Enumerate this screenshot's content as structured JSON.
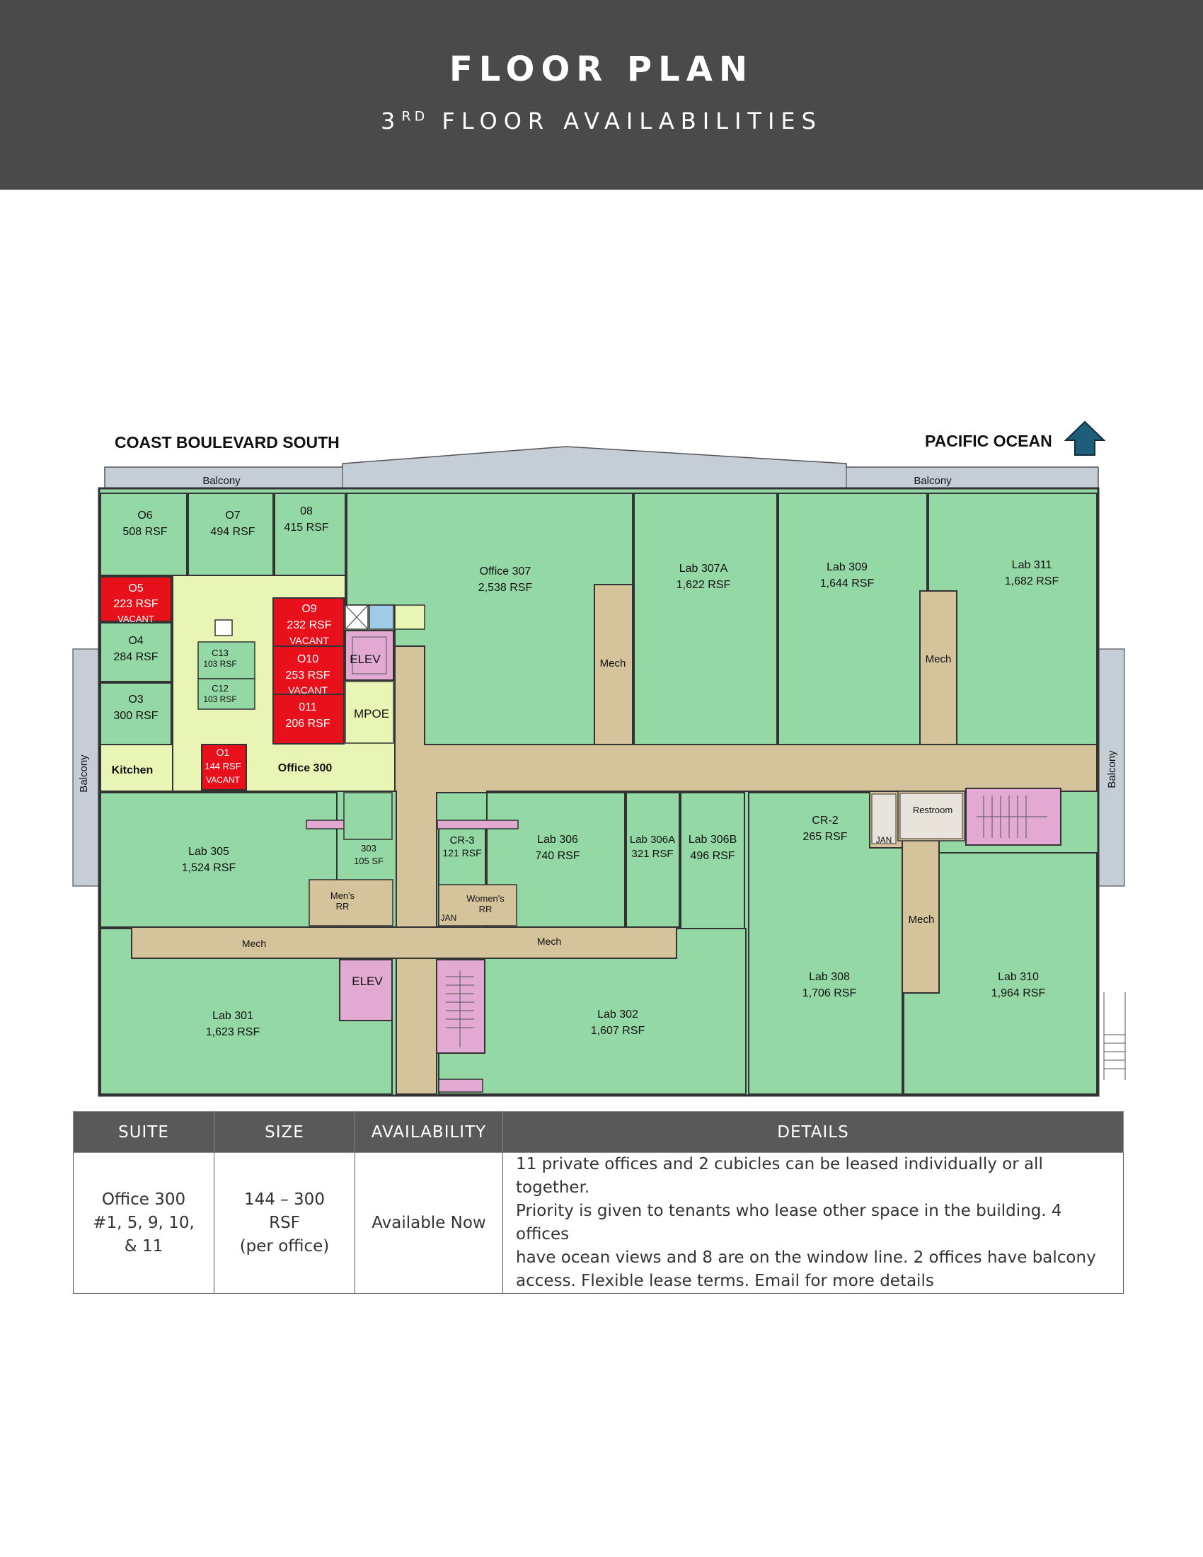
{
  "header": {
    "title": "FLOOR PLAN",
    "subtitle_prefix": "3",
    "subtitle_sup": "RD",
    "subtitle_rest": " FLOOR AVAILABILITIES"
  },
  "labels": {
    "street": "COAST BOULEVARD SOUTH",
    "ocean": "PACIFIC OCEAN",
    "balcony": "Balcony"
  },
  "colors": {
    "lab": "#94d8a6",
    "office300": "#e8f5b4",
    "vacant": "#e8101b",
    "corridor": "#d5c39c",
    "elevator": "#e2a9d2",
    "balcony": "#c5cdd6",
    "arrow": "#1f5e7a"
  },
  "rooms": {
    "o6": {
      "name": "O6",
      "size": "508 RSF"
    },
    "o7": {
      "name": "O7",
      "size": "494 RSF"
    },
    "o8": {
      "name": "08",
      "size": "415 RSF"
    },
    "o5": {
      "name": "O5",
      "size": "223 RSF",
      "status": "VACANT"
    },
    "o4": {
      "name": "O4",
      "size": "284 RSF"
    },
    "o3": {
      "name": "O3",
      "size": "300 RSF"
    },
    "c13": {
      "name": "C13",
      "size": "103 RSF"
    },
    "c12": {
      "name": "C12",
      "size": "103 RSF"
    },
    "o9": {
      "name": "O9",
      "size": "232 RSF",
      "status": "VACANT"
    },
    "o10": {
      "name": "O10",
      "size": "253 RSF",
      "status": "VACANT"
    },
    "o11": {
      "name": "011",
      "size": "206 RSF"
    },
    "o1": {
      "name": "O1",
      "size": "144 RSF",
      "status": "VACANT"
    },
    "kitchen": {
      "name": "Kitchen"
    },
    "office300": {
      "name": "Office 300"
    },
    "elev": {
      "name": "ELEV"
    },
    "mpoe": {
      "name": "MPOE"
    },
    "office307": {
      "name": "Office 307",
      "size": "2,538 RSF"
    },
    "lab307a": {
      "name": "Lab 307A",
      "size": "1,622 RSF"
    },
    "lab309": {
      "name": "Lab 309",
      "size": "1,644 RSF"
    },
    "lab311": {
      "name": "Lab 311",
      "size": "1,682 RSF"
    },
    "mech": {
      "name": "Mech"
    },
    "lab305": {
      "name": "Lab 305",
      "size": "1,524 RSF"
    },
    "r303": {
      "name": "303",
      "size": "105 SF"
    },
    "mensrr": {
      "name": "Men's",
      "name2": "RR"
    },
    "cr3": {
      "name": "CR-3",
      "size": "121 RSF"
    },
    "womensrr": {
      "name": "Women's",
      "name2": "RR"
    },
    "jan": {
      "name": "JAN"
    },
    "lab306": {
      "name": "Lab 306",
      "size": "740 RSF"
    },
    "lab306a": {
      "name": "Lab 306A",
      "size": "321 RSF"
    },
    "lab306b": {
      "name": "Lab 306B",
      "size": "496 RSF"
    },
    "cr2": {
      "name": "CR-2",
      "size": "265 RSF"
    },
    "restroom": {
      "name": "Restroom"
    },
    "lab301": {
      "name": "Lab 301",
      "size": "1,623 RSF"
    },
    "lab302": {
      "name": "Lab 302",
      "size": "1,607 RSF"
    },
    "lab308": {
      "name": "Lab 308",
      "size": "1,706 RSF"
    },
    "lab310": {
      "name": "Lab 310",
      "size": "1,964 RSF"
    }
  },
  "table": {
    "headers": [
      "SUITE",
      "SIZE",
      "AVAILABILITY",
      "DETAILS"
    ],
    "row": {
      "suite_1": "Office 300",
      "suite_2": "#1, 5, 9, 10,",
      "suite_3": "& 11",
      "size_1": "144 – 300",
      "size_2": "RSF",
      "size_3": "(per office)",
      "availability": "Available Now",
      "details_1": "11 private offices and 2 cubicles can be leased individually or all together.",
      "details_2": "Priority is given to tenants who lease other space in the building. 4 offices",
      "details_3": "have ocean views and 8 are on the window line. 2 offices have balcony",
      "details_4": "access. Flexible lease terms. Email for more details"
    }
  }
}
